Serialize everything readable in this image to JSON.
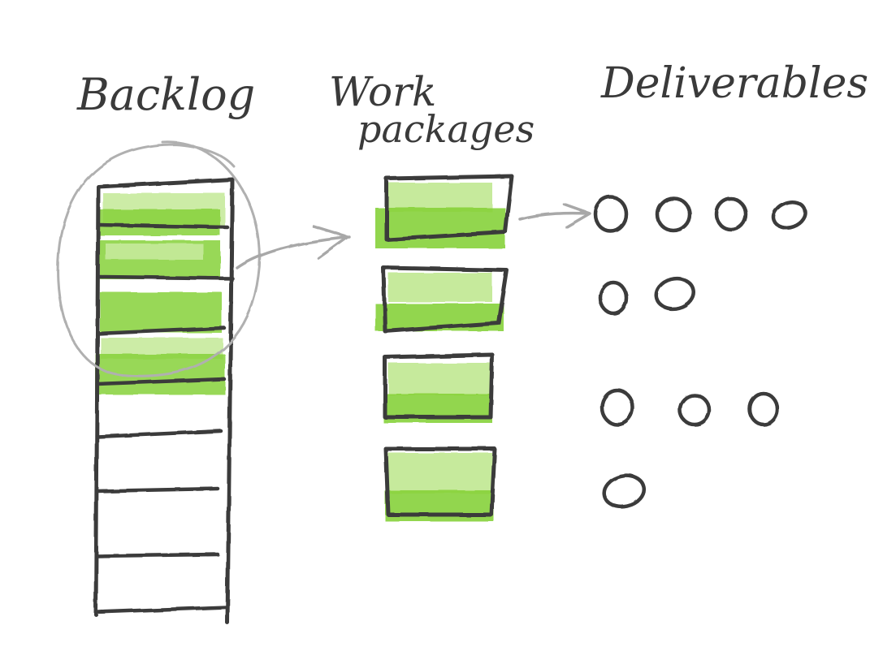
{
  "headings": {
    "backlog": "Backlog",
    "work_packages": [
      "Work",
      "packages"
    ],
    "deliverables": "Deliverables"
  },
  "colors": {
    "ink": "#3a3a3a",
    "highlight": "#86d13a",
    "highlight_light": "#c6ea9c",
    "pencil": "#b0b0b0"
  },
  "backlog": {
    "rows_total": 8,
    "rows_highlighted": 4
  },
  "work_packages": [
    {
      "deliverables": 4
    },
    {
      "deliverables": 2
    },
    {
      "deliverables": 3
    },
    {
      "deliverables": 1
    }
  ]
}
